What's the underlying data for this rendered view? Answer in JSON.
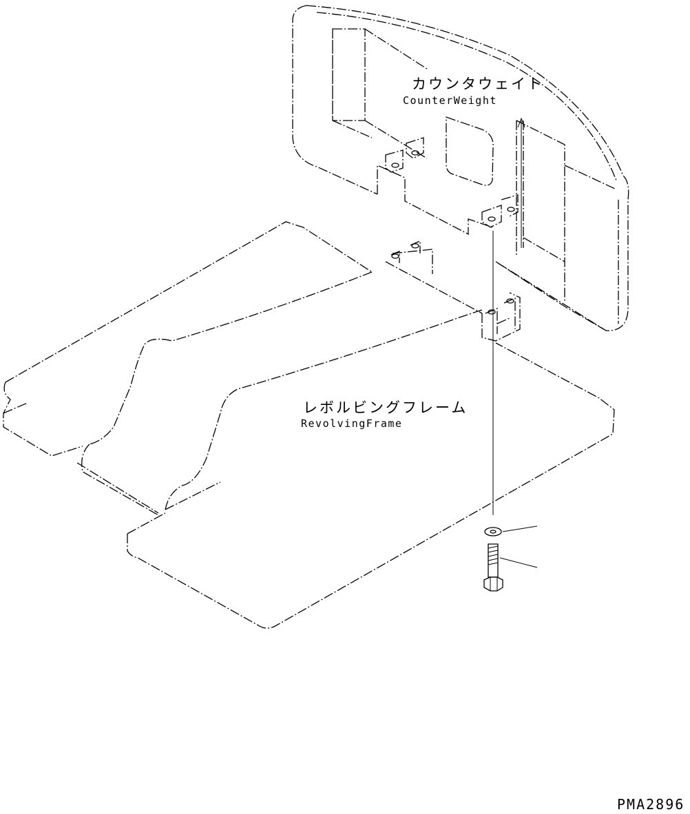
{
  "labels": {
    "counterweight_jp": "カウンタウェイト",
    "counterweight_en": "CounterWeight",
    "frame_jp": "レボルビングフレーム",
    "frame_en": "RevolvingFrame",
    "drawing_code": "PMA2896"
  },
  "parts": [
    "counterweight",
    "revolving-frame",
    "mounting-bolt",
    "washer"
  ]
}
